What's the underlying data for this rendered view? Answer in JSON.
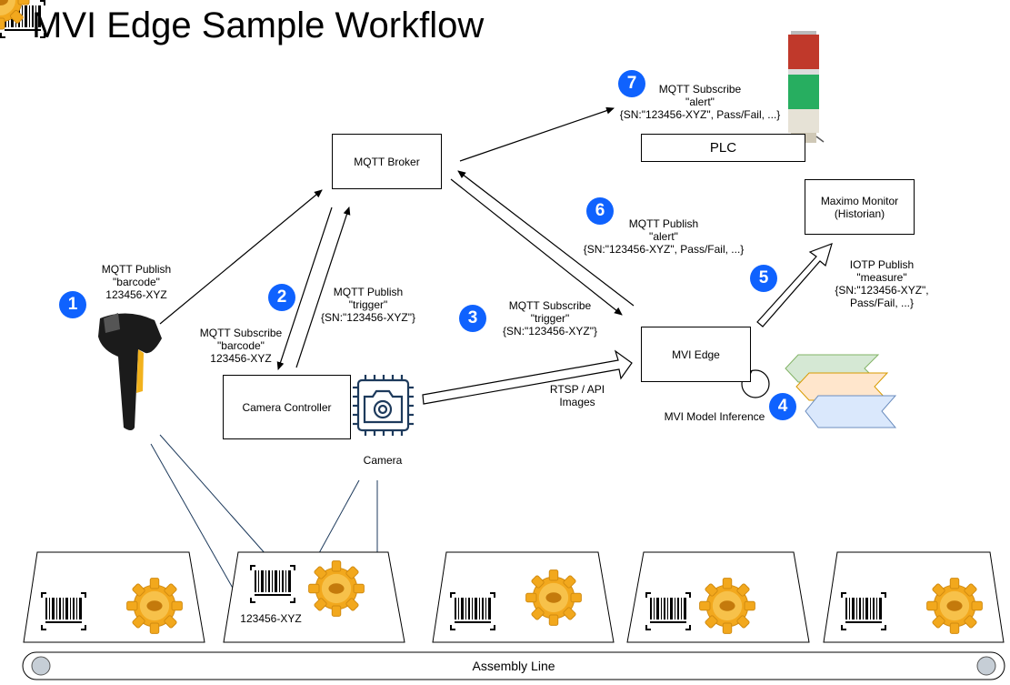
{
  "title": "MVI Edge Sample Workflow",
  "nodes": {
    "mqtt_broker": "MQTT Broker",
    "plc": "PLC",
    "maximo_monitor": "Maximo Monitor\n(Historian)",
    "mvi_edge": "MVI Edge",
    "camera_controller": "Camera Controller"
  },
  "labels": {
    "mqtt_publish_barcode": "MQTT Publish\n\"barcode\"\n123456-XYZ",
    "mqtt_subscribe_barcode": "MQTT Subscribe\n\"barcode\"\n123456-XYZ",
    "mqtt_publish_trigger": "MQTT Publish\n\"trigger\"\n{SN:\"123456-XYZ\"}",
    "mqtt_subscribe_trigger": "MQTT Subscribe\n\"trigger\"\n{SN:\"123456-XYZ\"}",
    "mqtt_publish_alert": "MQTT Publish\n\"alert\"\n{SN:\"123456-XYZ\", Pass/Fail, ...}",
    "mqtt_subscribe_alert": "MQTT Subscribe\n\"alert\"\n{SN:\"123456-XYZ\", Pass/Fail, ...}",
    "iotp_publish_measure": "IOTP Publish\n\"measure\"\n{SN:\"123456-XYZ\", Pass/Fail, ...}",
    "rtsp_api_images": "RTSP / API\nImages",
    "camera": "Camera",
    "mvi_model_inference": "MVI Model Inference",
    "serial_number": "123456-XYZ",
    "assembly_line": "Assembly Line"
  },
  "steps": [
    "1",
    "2",
    "3",
    "4",
    "5",
    "6",
    "7"
  ],
  "colors": {
    "badge": "#0f62fe",
    "light_red": "#c0392b",
    "light_green": "#27ae60",
    "model_green": "#d5e8d4",
    "model_orange": "#ffe6cc",
    "model_blue": "#dae8fc",
    "gear": "#f2a81d"
  },
  "icons": [
    "barcode-scanner-icon",
    "camera-icon",
    "signal-tower-icon",
    "barcode-icon",
    "gear-icon",
    "model-stack-icon",
    "loop-icon",
    "roller-icon"
  ]
}
